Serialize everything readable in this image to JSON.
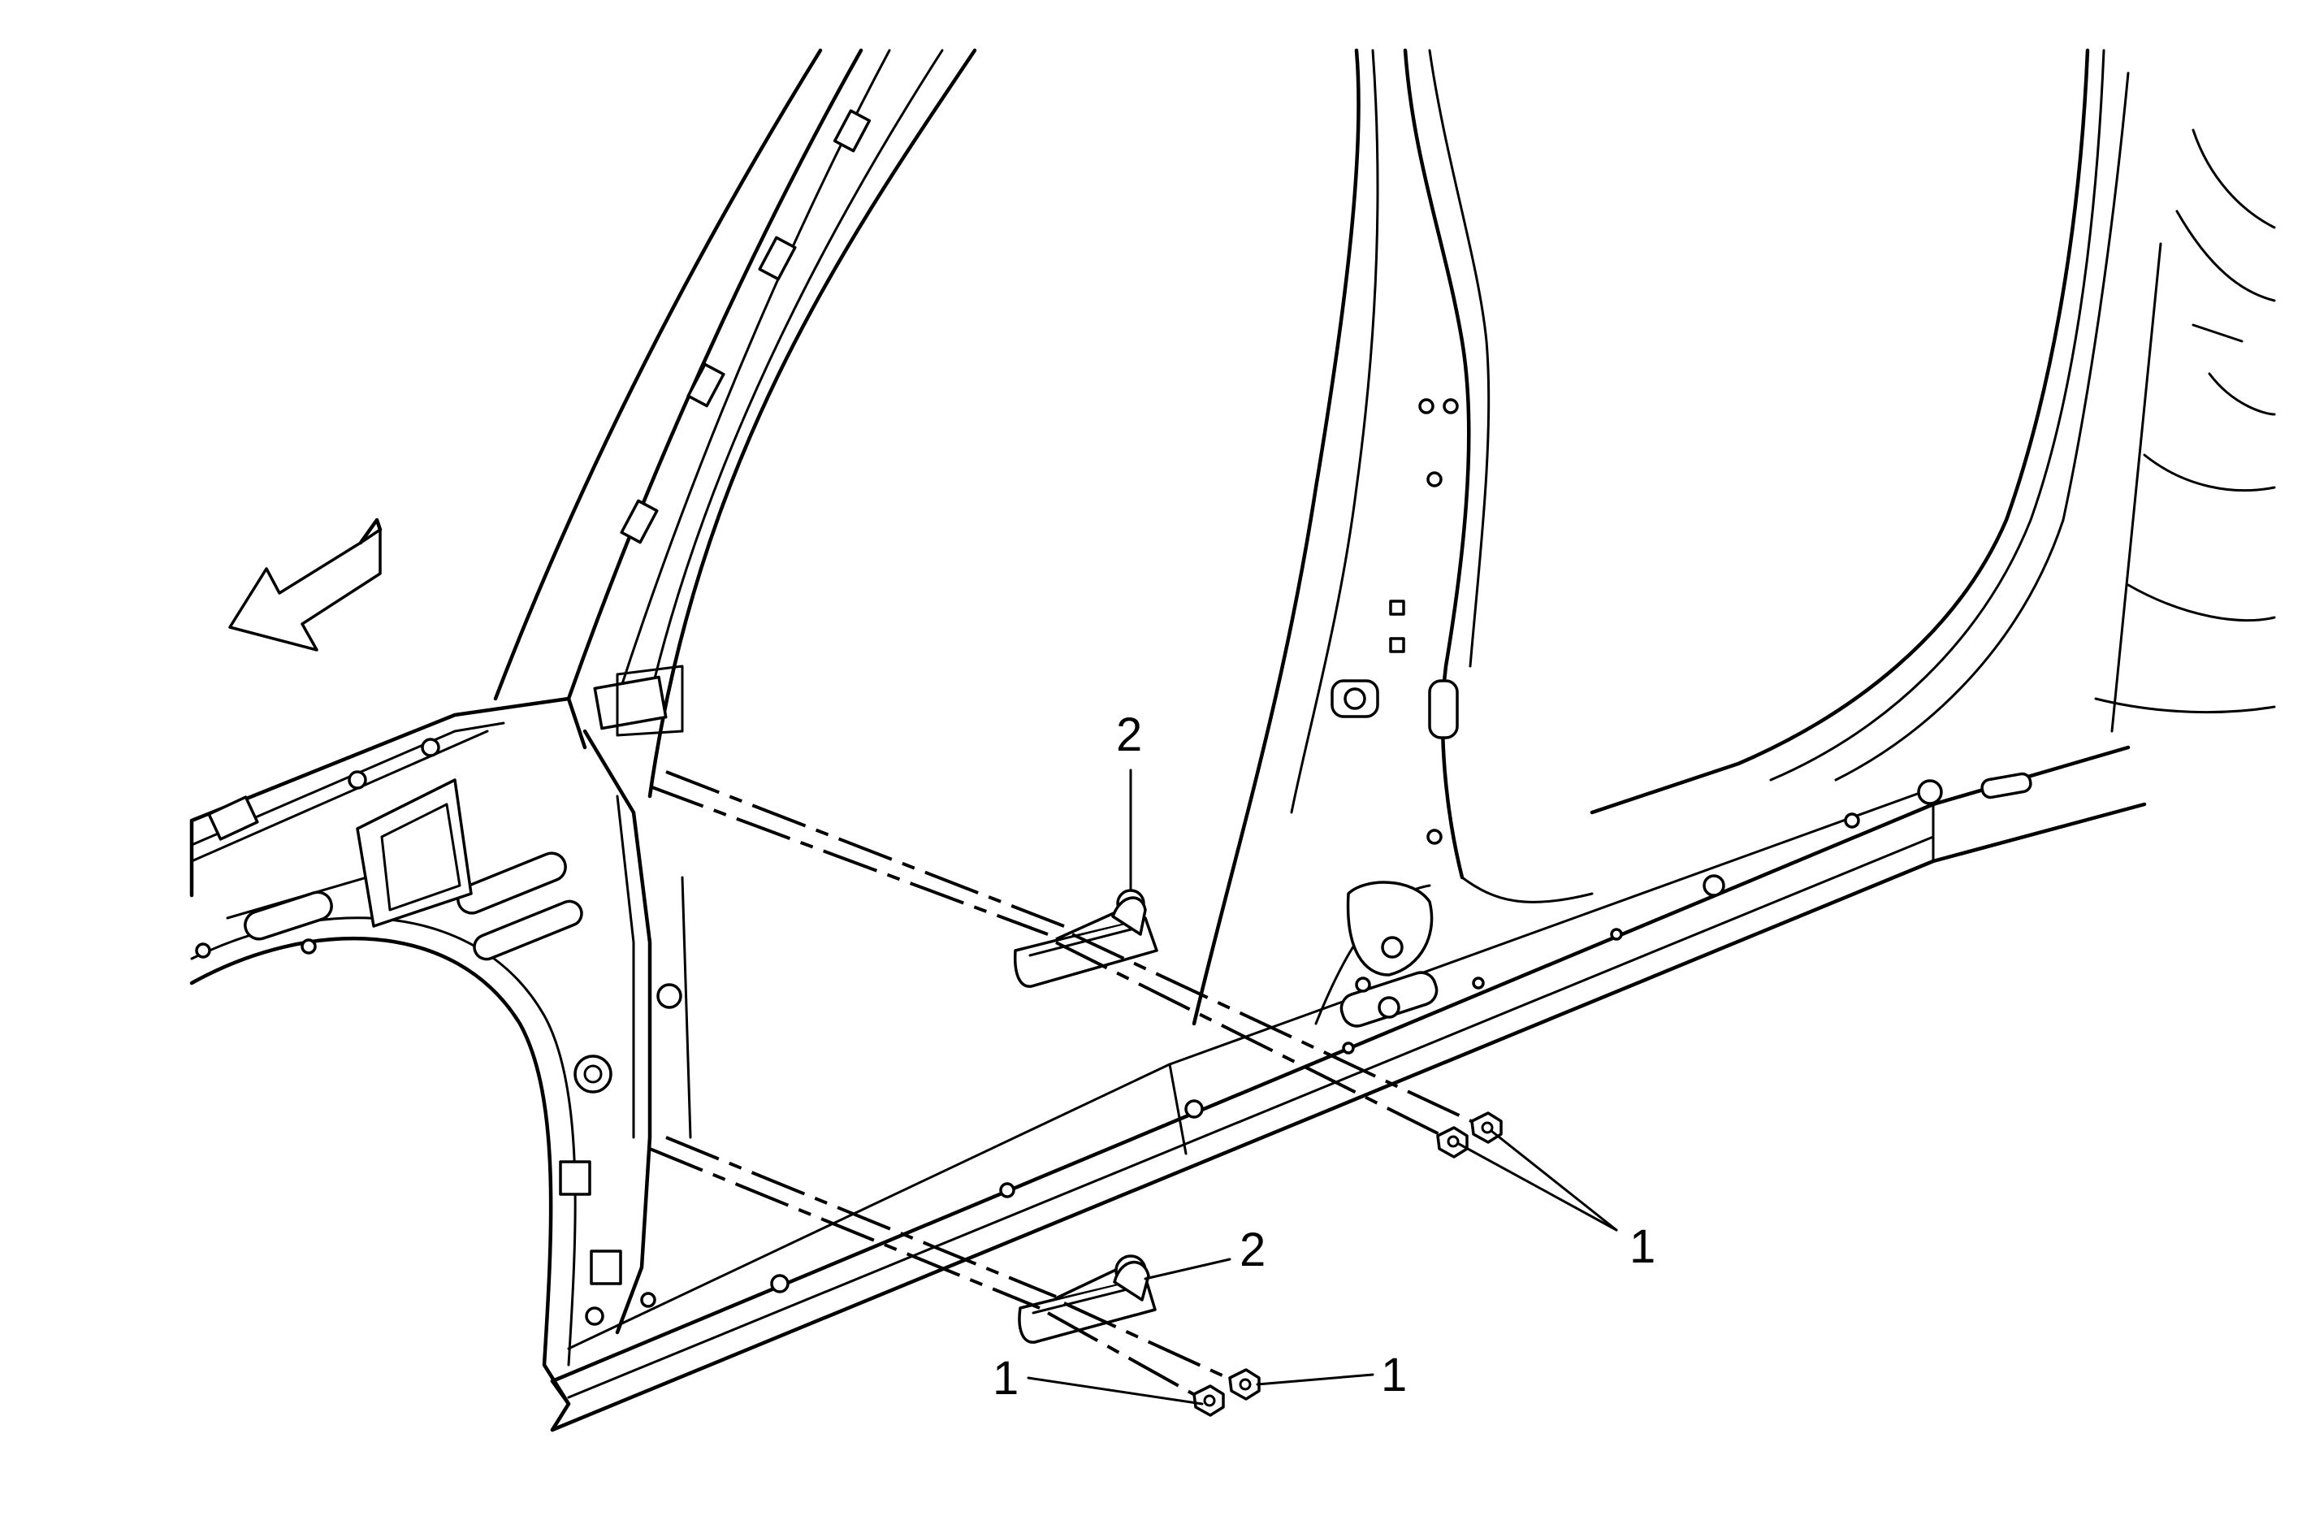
{
  "callouts": {
    "upper_bolts": "1",
    "upper_hinge": "2",
    "lower_hinge": "2",
    "lower_bolt_left": "1",
    "lower_bolt_right": "1"
  },
  "icons": {
    "direction_arrow": "front-direction-arrow-icon"
  }
}
